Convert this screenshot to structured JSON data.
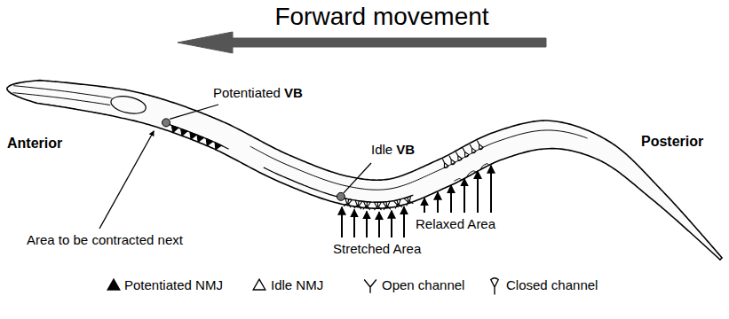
{
  "diagram": {
    "labels": [
      "Forward movement",
      "Anterior",
      "Posterior",
      "Potentiated VB",
      "Idle VB",
      "Area to be contracted next",
      "Stretched Area",
      "Relaxed Area"
    ],
    "legend": [
      {
        "text": "Potentiated NMJ"
      },
      {
        "text": "Idle NMJ"
      },
      {
        "text": "Open channel"
      },
      {
        "text": "Closed channel"
      }
    ]
  }
}
